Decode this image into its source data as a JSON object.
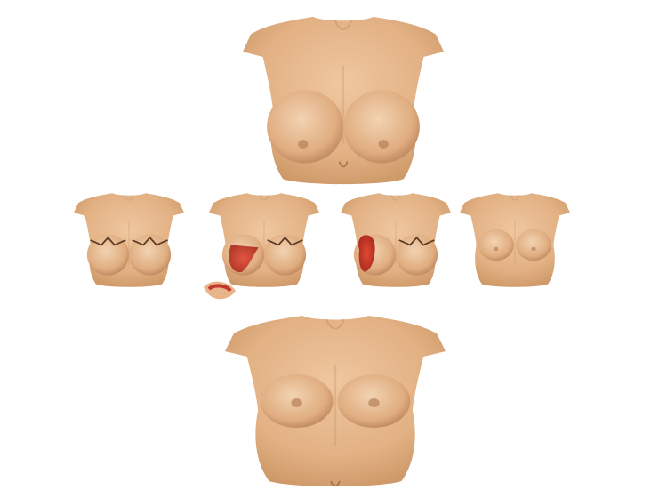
{
  "figure": {
    "panels": [
      {
        "id": "preoperative",
        "kind": "3d-torso-scan"
      },
      {
        "id": "step-1-incision-marking",
        "kind": "3d-torso-scan"
      },
      {
        "id": "step-2-tissue-excision",
        "kind": "3d-torso-scan",
        "excised_specimen": true
      },
      {
        "id": "step-3-excision-area",
        "kind": "3d-torso-scan"
      },
      {
        "id": "step-4-simulated-result",
        "kind": "3d-torso-scan"
      },
      {
        "id": "postoperative",
        "kind": "3d-torso-scan"
      }
    ],
    "colors": {
      "skin": "#e6b68c",
      "skin_shadow": "#b98257",
      "excision_tissue": "#c0392b",
      "incision_line": "#5a3a22",
      "frame_border": "#1a1a1a"
    }
  }
}
